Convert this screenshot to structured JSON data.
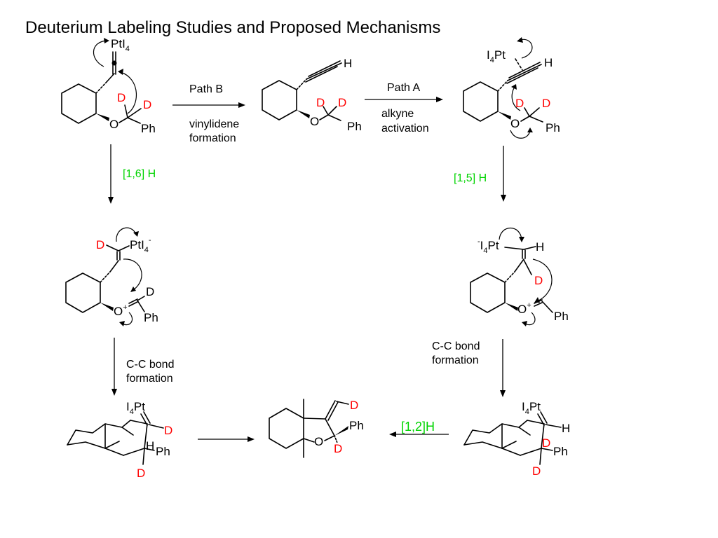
{
  "title": "Deuterium Labeling Studies and Proposed Mechanisms",
  "colors": {
    "deuterium": "#ff0000",
    "hydride_shift": "#00d400",
    "ink": "#000000"
  },
  "atoms": {
    "Pt": "Pt",
    "I": "I",
    "four": "4",
    "minus": "-",
    "D": "D",
    "H": "H",
    "O": "O",
    "Ph": "Ph",
    "plus": "+",
    "I4": "I",
    "I4Pt": "Pt"
  },
  "arrows": {
    "path_b": {
      "above": "Path B",
      "below_1": "vinylidene",
      "below_2": "formation"
    },
    "path_a": {
      "above": "Path A",
      "below_1": "alkyne",
      "below_2": "activation"
    },
    "h16": "[1,6] H",
    "h15": "[1,5] H",
    "cc_left": {
      "line_1": "C-C bond",
      "line_2": "formation"
    },
    "cc_right": {
      "line_1": "C-C bond",
      "line_2": "formation"
    },
    "h12": "[1,2]H"
  }
}
